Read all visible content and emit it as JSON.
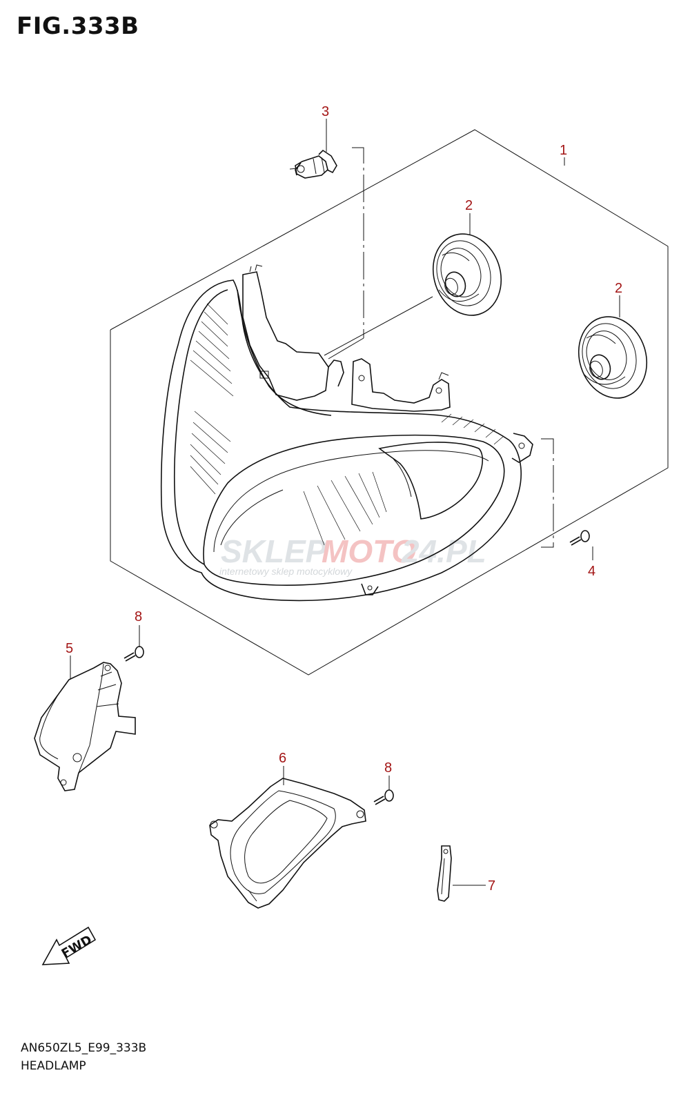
{
  "figure": {
    "title": "FIG.333B",
    "code": "AN650ZL5_E99_333B",
    "name": "HEADLAMP"
  },
  "callouts": [
    "1",
    "2",
    "2",
    "3",
    "4",
    "5",
    "6",
    "7",
    "8",
    "8"
  ],
  "watermark": {
    "text_part1": "SKLEP",
    "text_part2": "MOTO",
    "text_part3": "24.PL",
    "subtitle": "internetowy sklep motocyklowy"
  },
  "fwd_label": "FWD",
  "colors": {
    "callout": "#a31515",
    "line": "#111111"
  }
}
